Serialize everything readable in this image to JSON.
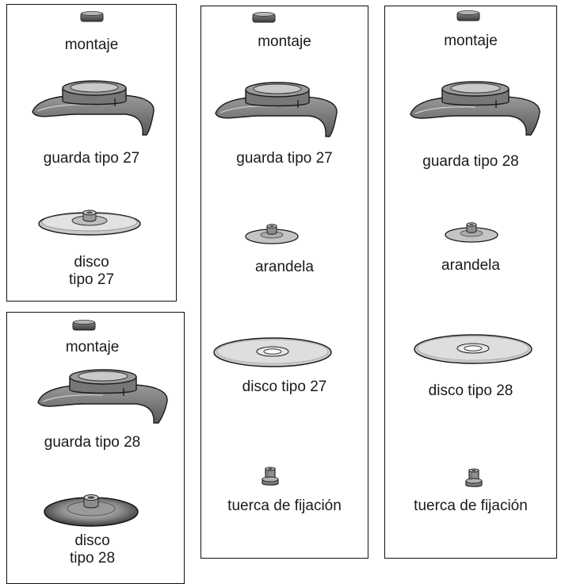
{
  "panels": [
    {
      "items": [
        {
          "icon": "mounting-ring-icon",
          "label": "montaje"
        },
        {
          "icon": "guard-type27-icon",
          "label": "guarda tipo 27"
        },
        {
          "icon": "disc-type27-icon",
          "label_lines": [
            "disco",
            "tipo 27"
          ]
        }
      ]
    },
    {
      "items": [
        {
          "icon": "mounting-ring-icon",
          "label": "montaje"
        },
        {
          "icon": "guard-type28-icon",
          "label": "guarda tipo 28"
        },
        {
          "icon": "disc-type28-icon",
          "label_lines": [
            "disco",
            "tipo 28"
          ]
        }
      ]
    },
    {
      "items": [
        {
          "icon": "mounting-ring-icon",
          "label": "montaje"
        },
        {
          "icon": "guard-type27-icon",
          "label": "guarda tipo 27"
        },
        {
          "icon": "washer-icon",
          "label": "arandela"
        },
        {
          "icon": "flat-disc-icon",
          "label": "disco tipo 27"
        },
        {
          "icon": "lock-nut-icon",
          "label": "tuerca de fijación"
        }
      ]
    },
    {
      "items": [
        {
          "icon": "mounting-ring-icon",
          "label": "montaje"
        },
        {
          "icon": "guard-type28-icon",
          "label": "guarda tipo 28"
        },
        {
          "icon": "washer-icon",
          "label": "arandela"
        },
        {
          "icon": "flat-disc-icon",
          "label": "disco tipo 28"
        },
        {
          "icon": "lock-nut-icon",
          "label": "tuerca de fijación"
        }
      ]
    }
  ]
}
